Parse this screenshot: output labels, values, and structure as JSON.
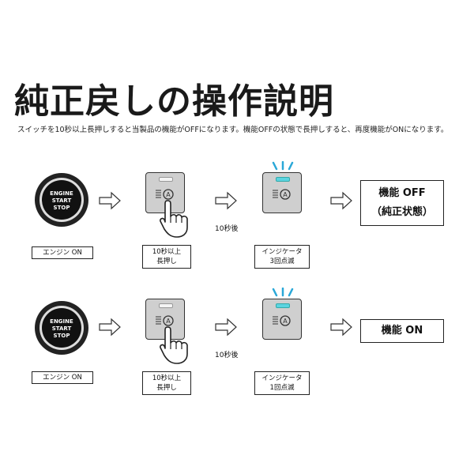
{
  "title": "純正戻しの操作説明",
  "description": "スイッチを10秒以上長押しすると当製品の機能がOFFになります。機能OFFの状態で長押しすると、再度機能がONになります。",
  "engine_button": {
    "line1": "ENGINE",
    "line2": "START",
    "line3": "STOP"
  },
  "rows": [
    {
      "label_engine": "エンジン ON",
      "label_press_1": "10秒以上",
      "label_press_2": "長押し",
      "after_text": "10秒後",
      "label_indicator_1": "インジケータ",
      "label_indicator_2": "3回点滅",
      "result_1": "機能 OFF",
      "result_2": "（純正状態）"
    },
    {
      "label_engine": "エンジン ON",
      "label_press_1": "10秒以上",
      "label_press_2": "長押し",
      "after_text": "10秒後",
      "label_indicator_1": "インジケータ",
      "label_indicator_2": "1回点滅",
      "result_1": "機能 ON"
    }
  ],
  "colors": {
    "switch_body": "#cfcfcf",
    "indicator_led": "#5cd4e0",
    "ray": "#2aa8d8"
  }
}
